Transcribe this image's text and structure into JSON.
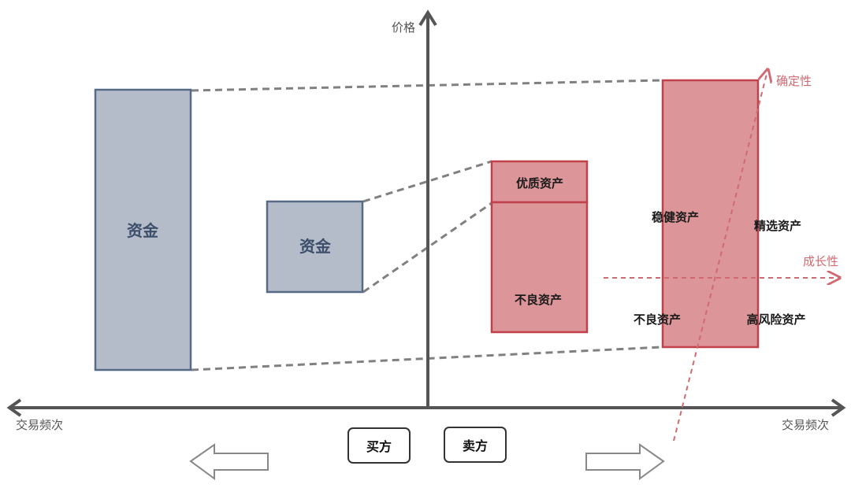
{
  "axes": {
    "y_label": "价格",
    "x_label_left": "交易频次",
    "x_label_right": "交易频次"
  },
  "boxes": {
    "capital_large": "资金",
    "capital_small": "资金",
    "quality_asset": "优质资产",
    "bad_asset_mid": "不良资产",
    "stable_asset": "稳健资产",
    "selected_asset": "精选资产",
    "bad_asset_right": "不良资产",
    "high_risk_asset": "高风险资产"
  },
  "arrows": {
    "certainty": "确定性",
    "growth": "成长性"
  },
  "buttons": {
    "buyer": "买方",
    "seller": "卖方"
  },
  "colors": {
    "capital_fill": "#b5bcc9",
    "capital_stroke": "#566a88",
    "asset_fill": "#dc9599",
    "asset_stroke": "#c0414a",
    "arrow_red": "#d06a70",
    "axis": "#555555"
  }
}
